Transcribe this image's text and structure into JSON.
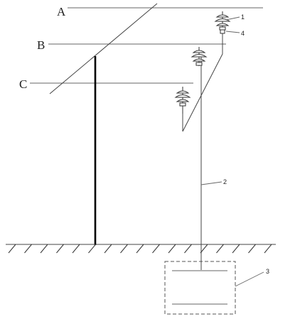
{
  "phases": {
    "a": "A",
    "b": "B",
    "c": "C"
  },
  "callouts": {
    "one": "1",
    "two": "2",
    "three": "3",
    "four": "4"
  }
}
